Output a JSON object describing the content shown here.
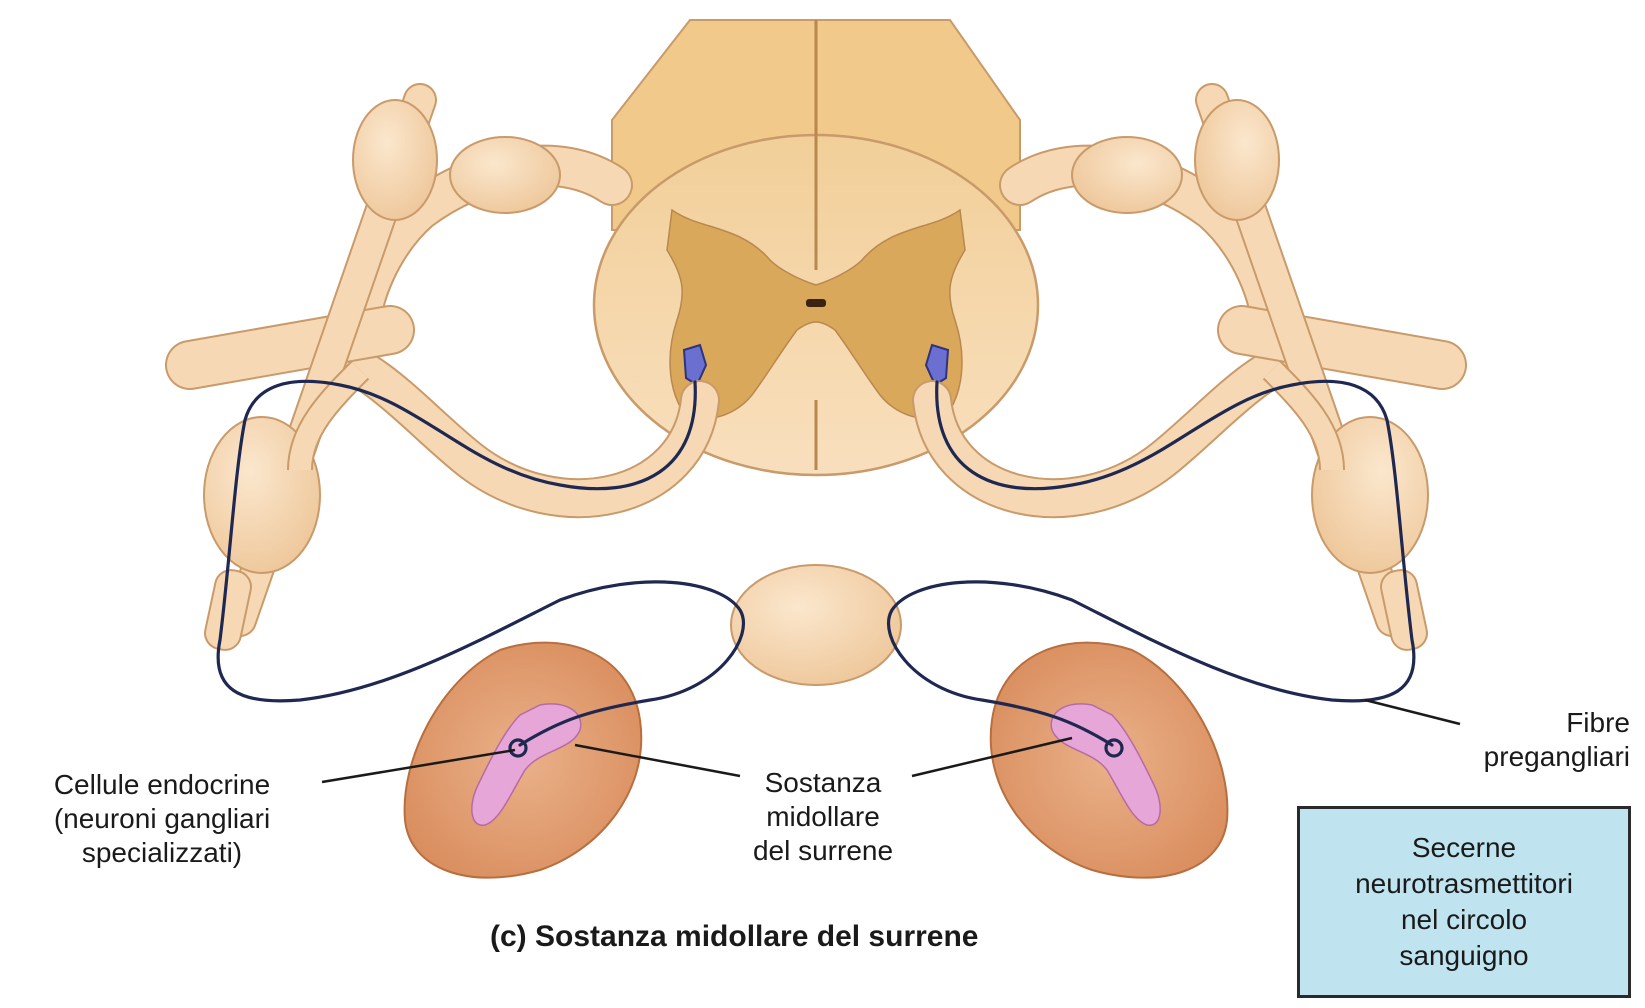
{
  "labels": {
    "cellule_endocrine": [
      "Cellule endocrine",
      "(neuroni gangliari",
      "specializzati)"
    ],
    "sostanza_midollare": [
      "Sostanza",
      "midollare",
      "del surrene"
    ],
    "fibre_pregangliari": [
      "Fibre",
      "pregangliari"
    ]
  },
  "caption": "(c) Sostanza midollare del surrene",
  "info_box": [
    "Secerne",
    "neurotrasmettitori",
    "nel circolo",
    "sanguigno"
  ],
  "colors": {
    "nerve_fill": "#f6d9b4",
    "nerve_stroke": "#c99a6a",
    "white_matter": "#f7dbb3",
    "gray_matter": "#d9a85a",
    "fiber": "#1f2850",
    "neuron_body": "#6b6fd0",
    "adrenal_cortex": "#e8a77c",
    "adrenal_medulla": "#e7a6d8",
    "box_fill": "#bfe4ef"
  }
}
